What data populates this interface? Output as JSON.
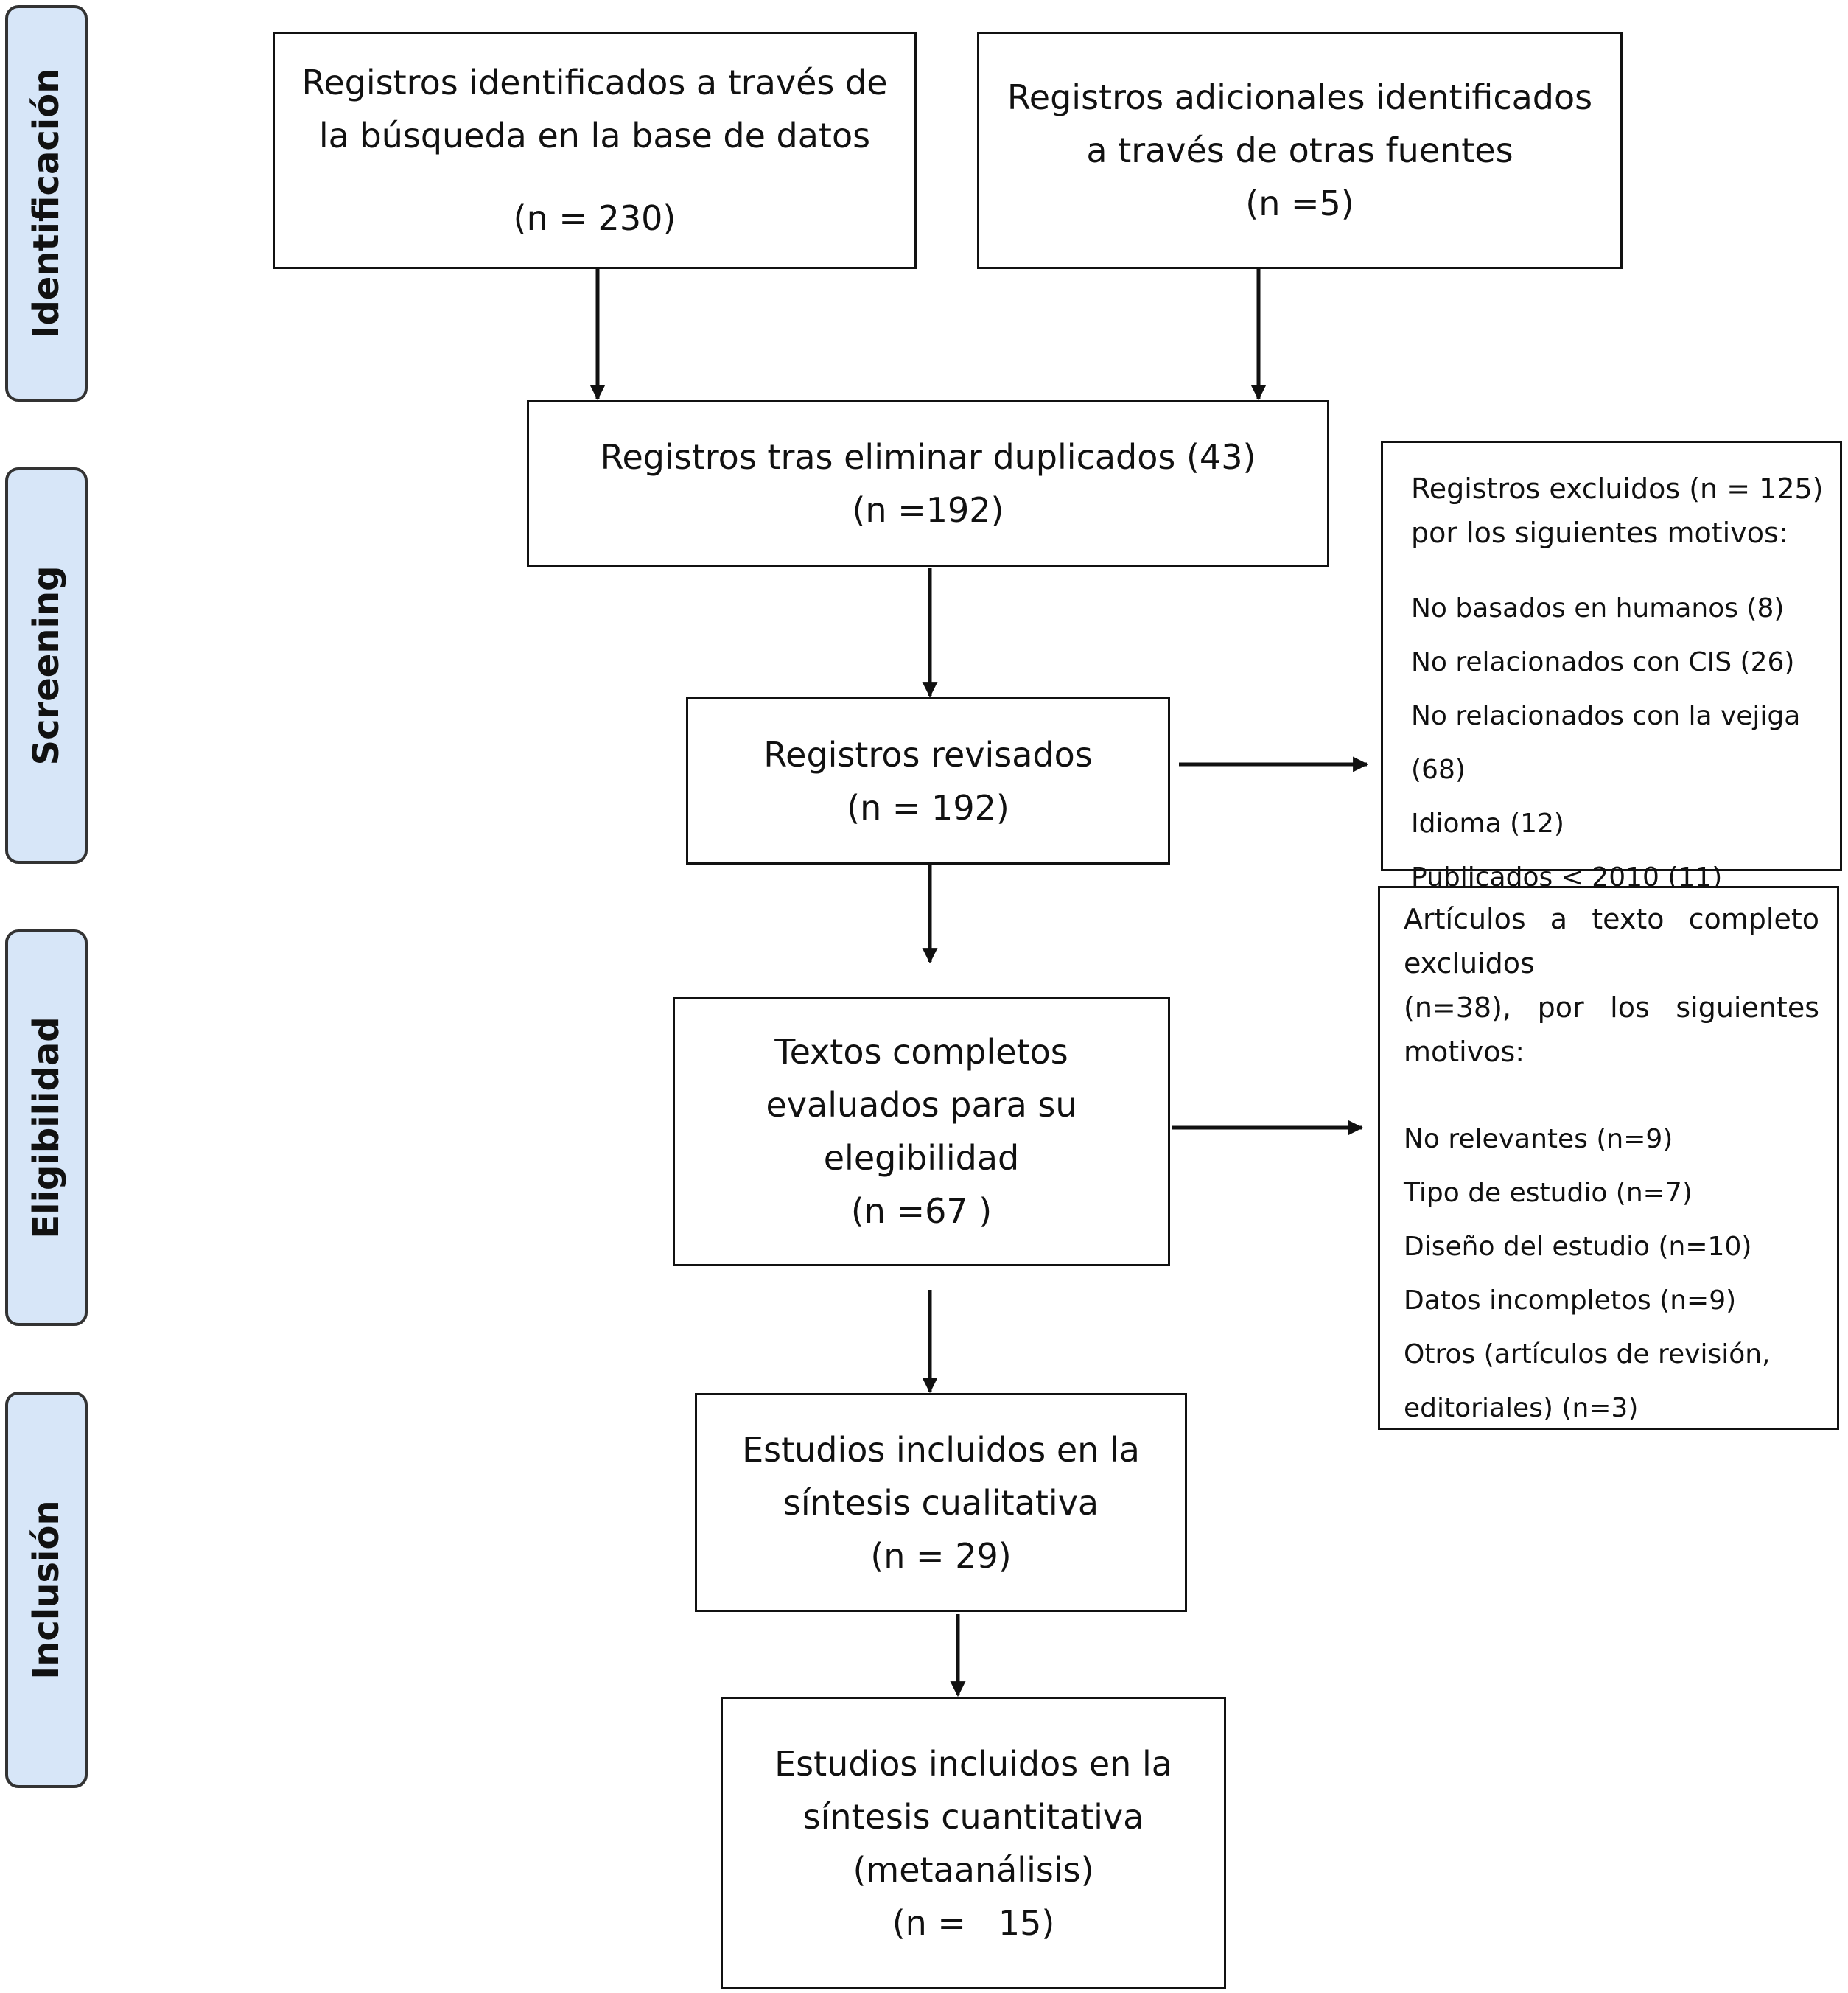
{
  "phases": [
    {
      "label": "Identificación"
    },
    {
      "label": "Screening"
    },
    {
      "label": "Eligibilidad"
    },
    {
      "label": "Inclusión"
    }
  ],
  "boxes": {
    "db_search": {
      "line1": "Registros identificados a través de",
      "line2": "la búsqueda en la base de datos",
      "count": "(n = 230)"
    },
    "other_sources": {
      "line1": "Registros adicionales identificados",
      "line2": "a través de otras fuentes",
      "count": "(n =5)"
    },
    "deduplicated": {
      "line1": "Registros tras eliminar duplicados (43)",
      "count": "(n =192)"
    },
    "screened": {
      "line1": "Registros revisados",
      "count": "(n = 192)"
    },
    "fulltext": {
      "line1": "Textos completos",
      "line2": "evaluados para su",
      "line3": "elegibilidad",
      "count": "(n =67 )"
    },
    "qualitative": {
      "line1": "Estudios incluidos en la",
      "line2": "síntesis cualitativa",
      "count": "(n = 29)"
    },
    "quantitative": {
      "line1": "Estudios incluidos en la",
      "line2": "síntesis cuantitativa",
      "line3": "(metaanálisis)",
      "count": "(n =   15)"
    }
  },
  "excluded_records": {
    "head1": "Registros excluidos (n = 125)",
    "head2": "por los siguientes motivos:",
    "items": [
      "No basados en humanos (8)",
      "No relacionados con CIS (26)",
      "No relacionados con la vejiga (68)",
      "Idioma (12)",
      "Publicados < 2010 (11)"
    ]
  },
  "excluded_fulltext": {
    "head1": "Artículos a texto completo",
    "head2": "excluidos",
    "head3": "(n=38), por los siguientes",
    "head4": "motivos:",
    "items": [
      "No relevantes (n=9)",
      "Tipo de estudio (n=7)",
      "Diseño del estudio (n=10)",
      "Datos incompletos (n=9)",
      "Otros (artículos de revisión,",
      "editoriales) (n=3)"
    ]
  },
  "colors": {
    "phase_fill": "#d7e6f8",
    "border": "#111111",
    "phase_border": "#333333"
  }
}
